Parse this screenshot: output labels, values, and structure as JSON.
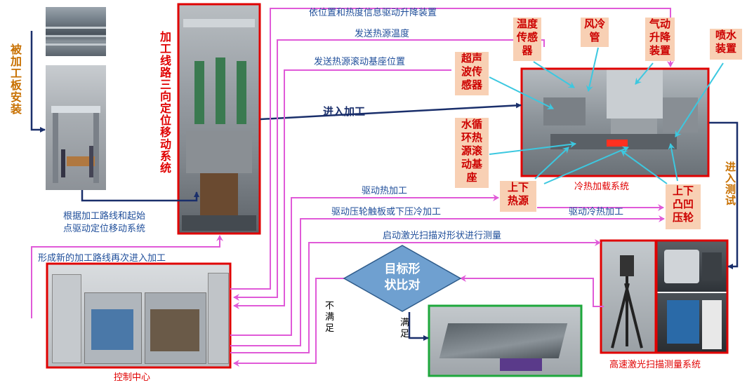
{
  "colors": {
    "red": "#e00000",
    "navy": "#1a2f6b",
    "pink": "#e05ad8",
    "blue_text": "#1f4e9a",
    "orange": "#c87000",
    "cyan": "#3cc8e0",
    "green": "#1ea83c",
    "diamond": "#6fa0d0"
  },
  "left_label": "被加工板安装",
  "mid_label": "加工线路三向定位移动系统",
  "right_label": "进入测试",
  "arrows": {
    "a1": "依位置和热度信息驱动升降装置",
    "a2": "发送热源温度",
    "a3": "发送热源滚动基座位置",
    "a4": "进入加工",
    "a5": "根据加工路线和起始",
    "a5b": "点驱动定位移动系统",
    "a6": "形成新的加工路线再次进入加工",
    "a7": "驱动热加工",
    "a8": "驱动压轮触板或下压冷加工",
    "a9": "驱动冷热加工",
    "a10": "启动激光扫描对形状进行测量",
    "not_ok": "不满足",
    "ok": "满足"
  },
  "tags": {
    "temp_sensor": "温度\n传感\n器",
    "air_pipe": "风冷\n管",
    "pneumatic": "气动\n升降\n装置",
    "spray": "喷水\n装置",
    "ultrasonic": "超声\n波传\n感器",
    "water_base": "水循\n环热\n源滚\n动基\n座",
    "heat_source": "上下\n热源",
    "roller": "上下\n凸凹\n压轮"
  },
  "system_label": "冷热加载系统",
  "compare": "目标形\n状比对",
  "control_label": "控制中心",
  "laser_label": "高速激光扫描测量系统"
}
